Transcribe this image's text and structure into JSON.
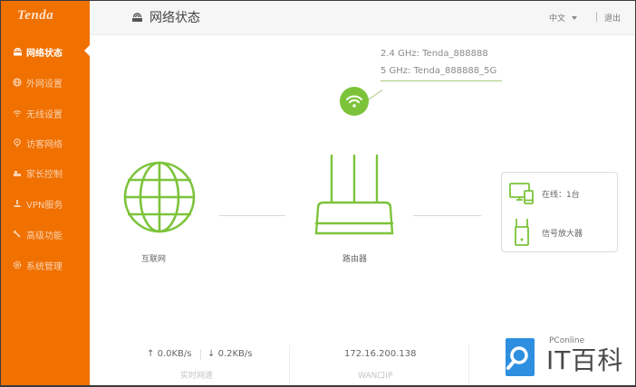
{
  "brand": {
    "logo_text": "Tenda",
    "accent": "#f07000",
    "green": "#7cc33a"
  },
  "sidebar": {
    "items": [
      {
        "label": "网络状态",
        "icon": "router-status-icon",
        "active": true
      },
      {
        "label": "外网设置",
        "icon": "globe-icon",
        "active": false
      },
      {
        "label": "无线设置",
        "icon": "wifi-icon",
        "active": false
      },
      {
        "label": "访客网络",
        "icon": "guest-icon",
        "active": false
      },
      {
        "label": "家长控制",
        "icon": "parental-icon",
        "active": false
      },
      {
        "label": "VPN服务",
        "icon": "vpn-icon",
        "active": false
      },
      {
        "label": "高级功能",
        "icon": "wrench-icon",
        "active": false
      },
      {
        "label": "系统管理",
        "icon": "gear-icon",
        "active": false
      }
    ]
  },
  "header": {
    "title": "网络状态",
    "language": "中文",
    "logout": "退出"
  },
  "wireless": {
    "ssid_24": "2.4 GHz: Tenda_888888",
    "ssid_5": "5 GHz: Tenda_888888_5G"
  },
  "topology": {
    "internet_label": "互联网",
    "router_label": "路由器",
    "online_clients": "在线：1台",
    "repeater_label": "信号放大器"
  },
  "stats": {
    "upload": "0.0KB/s",
    "download": "0.2KB/s",
    "speed_caption": "实时网速",
    "wan_ip": "172.16.200.138",
    "wan_caption": "WAN口IP"
  },
  "watermark": {
    "small": "PConline",
    "big": "IT百科"
  }
}
